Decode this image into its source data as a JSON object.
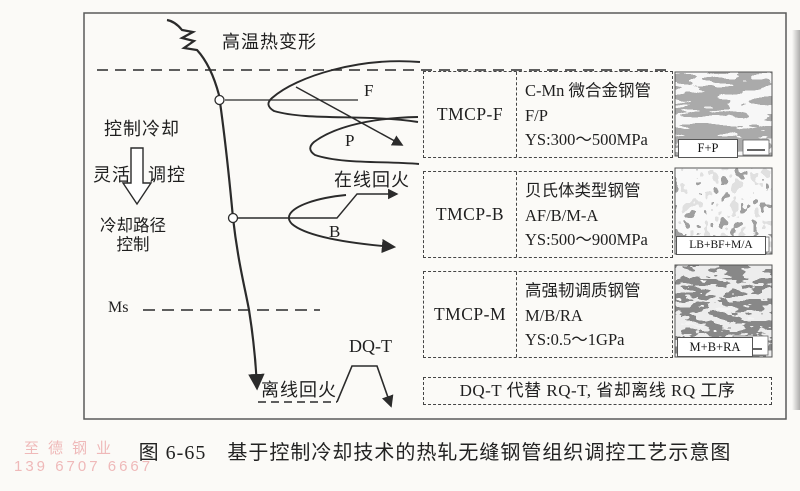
{
  "figure": {
    "top_label": "高温热变形",
    "left_column": {
      "controlled_cooling": "控制冷却",
      "flexible": "灵活",
      "regulate": "调控",
      "cooling_path_line1": "冷却路径",
      "cooling_path_line2": "控制",
      "ms_label": "Ms"
    },
    "curve_labels": {
      "ferrite": "F",
      "pearlite": "P",
      "bainite": "B"
    },
    "annotations": {
      "online_tempering": "在线回火",
      "offline_tempering": "离线回火",
      "dq_t": "DQ-T"
    },
    "process_rows": [
      {
        "name": "TMCP-F",
        "desc_line1": "C-Mn 微合金钢管",
        "desc_line2": "F/P",
        "desc_line3": "YS:300～500MPa",
        "micrograph_label": "F+P"
      },
      {
        "name": "TMCP-B",
        "desc_line1": "贝氏体类型钢管",
        "desc_line2": "AF/B/M-A",
        "desc_line3": "YS:500～900MPa",
        "micrograph_label": "LB+BF+M/A"
      },
      {
        "name": "TMCP-M",
        "desc_line1": "高强韧调质钢管",
        "desc_line2": "M/B/RA",
        "desc_line3": "YS:0.5～1GPa",
        "micrograph_label": "M+B+RA"
      }
    ],
    "bottom_note": "DQ-T 代替 RQ-T, 省却离线 RQ 工序",
    "caption": "图 6-65　基于控制冷却技术的热轧无缝钢管组织调控工艺示意图"
  },
  "watermark": {
    "line1": "至德钢业",
    "line2": "139 6707 6667"
  },
  "colors": {
    "line": "#2b2b2b",
    "watermark": "#efb9b9",
    "paper": "#fbfaf7"
  }
}
